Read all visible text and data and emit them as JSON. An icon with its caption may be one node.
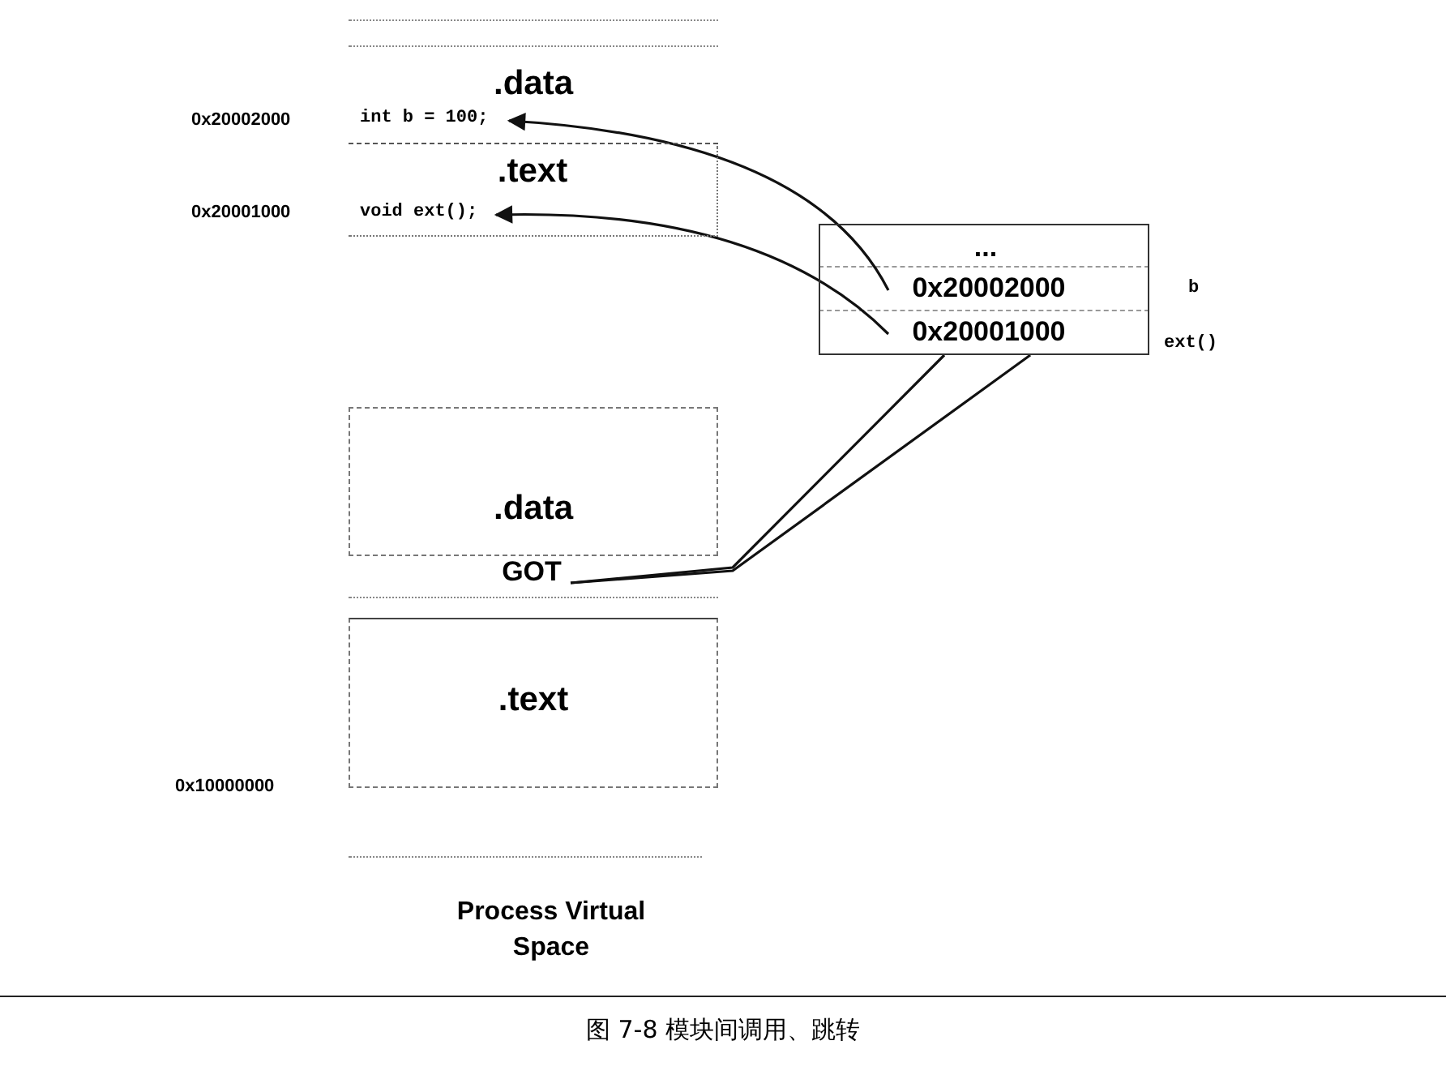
{
  "diagram": {
    "caption": "图 7-8 模块间调用、跳转",
    "nodes": [
      {
        "text": [
          ".data"
        ]
      },
      {
        "text": [
          "int b = 100;"
        ],
        "in": 0
      },
      {
        "text": [
          ".text"
        ]
      },
      {
        "text": [
          "void ext();"
        ],
        "in": 2
      },
      {
        "text": [],
        "shape": "box"
      },
      {
        "text": [
          "..."
        ],
        "in": 4
      },
      {
        "text": [
          "0x20002000"
        ],
        "in": 4
      },
      {
        "text": [
          "0x20001000"
        ],
        "in": 4
      },
      {
        "text": [
          ".data"
        ]
      },
      {
        "text": [
          "GOT"
        ]
      },
      {
        "text": [
          ".text"
        ]
      }
    ],
    "edges": [
      {
        "from": 6,
        "to": 1,
        "arrow": "to"
      },
      {
        "from": 7,
        "to": 3,
        "arrow": "to"
      },
      {
        "from": 9,
        "to": 4,
        "arrow": "none"
      },
      {
        "from": 9,
        "to": 4,
        "arrow": "none"
      }
    ],
    "labels": [
      "0x20002000",
      "0x20001000",
      "b",
      "ext()",
      "0x10000000",
      "Process Virtual Space"
    ]
  }
}
